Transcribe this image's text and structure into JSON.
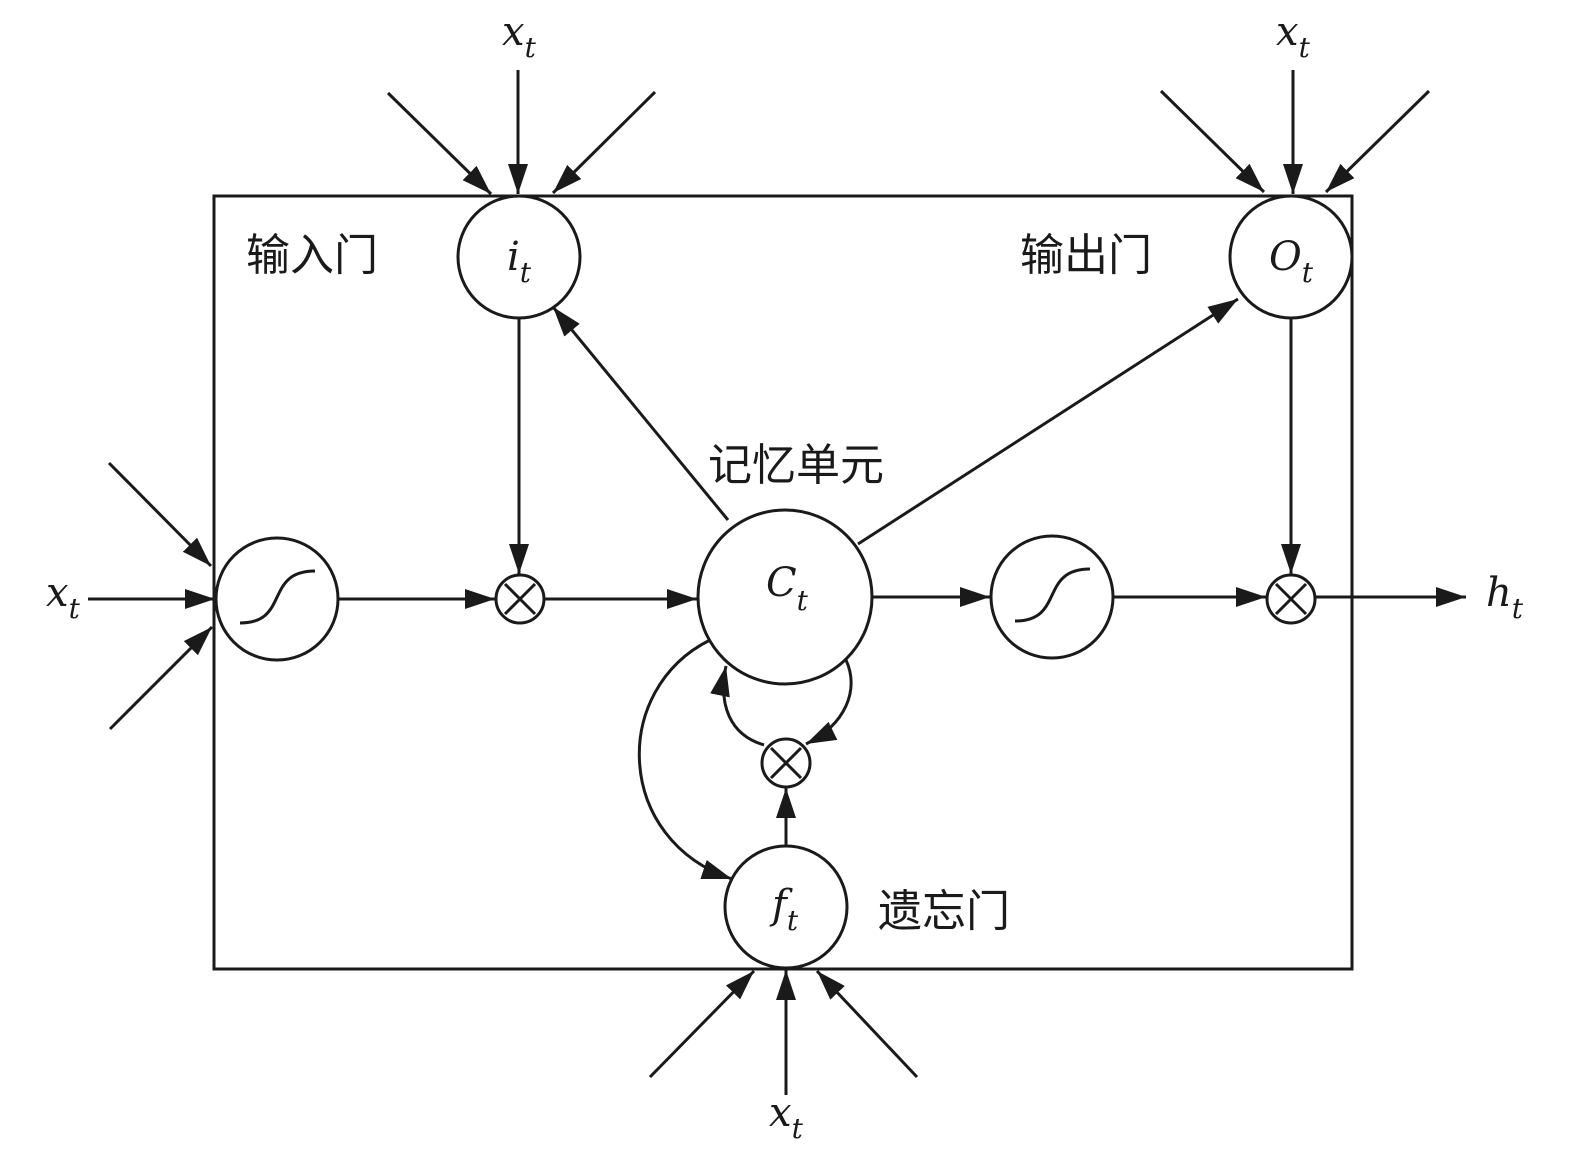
{
  "labels": {
    "input_gate": "输入门",
    "output_gate": "输出门",
    "memory_cell": "记忆单元",
    "forget_gate": "遗忘门"
  },
  "nodes": {
    "input_gate": {
      "symbol": "i",
      "subscript": "t"
    },
    "output_gate": {
      "symbol": "O",
      "subscript": "t"
    },
    "cell": {
      "symbol": "C",
      "subscript": "t"
    },
    "forget_gate": {
      "symbol": "f",
      "subscript": "t"
    }
  },
  "inputs": {
    "top_input_gate": {
      "symbol": "x",
      "subscript": "t"
    },
    "top_output_gate": {
      "symbol": "x",
      "subscript": "t"
    },
    "left_input": {
      "symbol": "x",
      "subscript": "t"
    },
    "bottom_forget": {
      "symbol": "x",
      "subscript": "t"
    }
  },
  "output": {
    "symbol": "h",
    "subscript": "t"
  },
  "colors": {
    "stroke": "#1a1a1a",
    "background": "#ffffff"
  }
}
